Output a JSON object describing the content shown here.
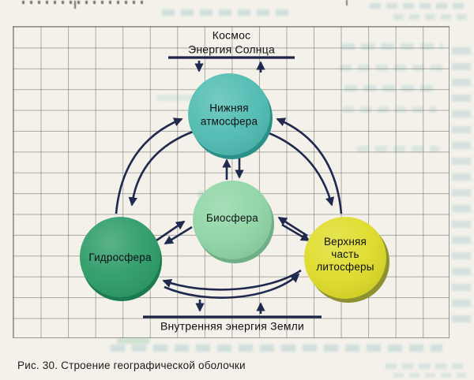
{
  "figure": {
    "caption": "Рис. 30. Строение географической оболочки"
  },
  "diagram": {
    "space_label": {
      "line1": "Космос",
      "line2": "Энергия Солнца"
    },
    "earth_label": "Внутренняя энергия Земли",
    "nodes": [
      {
        "id": "lower-atmosphere",
        "lines": [
          "Нижняя",
          "атмосфера"
        ],
        "fill": "#4fbcb2",
        "shadow": "#2a918a"
      },
      {
        "id": "biosphere",
        "lines": [
          "Биосфера"
        ],
        "fill": "#8fd5a5",
        "shadow": "#6fae87"
      },
      {
        "id": "hydrosphere",
        "lines": [
          "Гидросфера"
        ],
        "fill": "#2d9c68",
        "shadow": "#1b7b4e"
      },
      {
        "id": "upper-lithosphere",
        "lines": [
          "Верхняя",
          "часть",
          "литосферы"
        ],
        "fill": "#dedc28",
        "shadow": "#8e9130"
      }
    ],
    "edges": [
      {
        "from": "Космос / Энергия Солнца",
        "to": "Нижняя атмосфера",
        "bidirectional": true
      },
      {
        "from": "Нижняя атмосфера",
        "to": "Биосфера",
        "bidirectional": true
      },
      {
        "from": "Нижняя атмосфера",
        "to": "Гидросфера",
        "bidirectional": true
      },
      {
        "from": "Нижняя атмосфера",
        "to": "Верхняя часть литосферы",
        "bidirectional": true
      },
      {
        "from": "Биосфера",
        "to": "Гидросфера",
        "bidirectional": true
      },
      {
        "from": "Биосфера",
        "to": "Верхняя часть литосферы",
        "bidirectional": true
      },
      {
        "from": "Гидросфера",
        "to": "Верхняя часть литосферы",
        "bidirectional": true
      },
      {
        "from": "Внутренняя энергия Земли",
        "to": "центр диаграммы",
        "bidirectional": true
      }
    ],
    "colors": {
      "ink": "#20294e",
      "paper": "#f3f1ea",
      "grid_line": "#6e7066",
      "label_text": "#101014"
    }
  }
}
